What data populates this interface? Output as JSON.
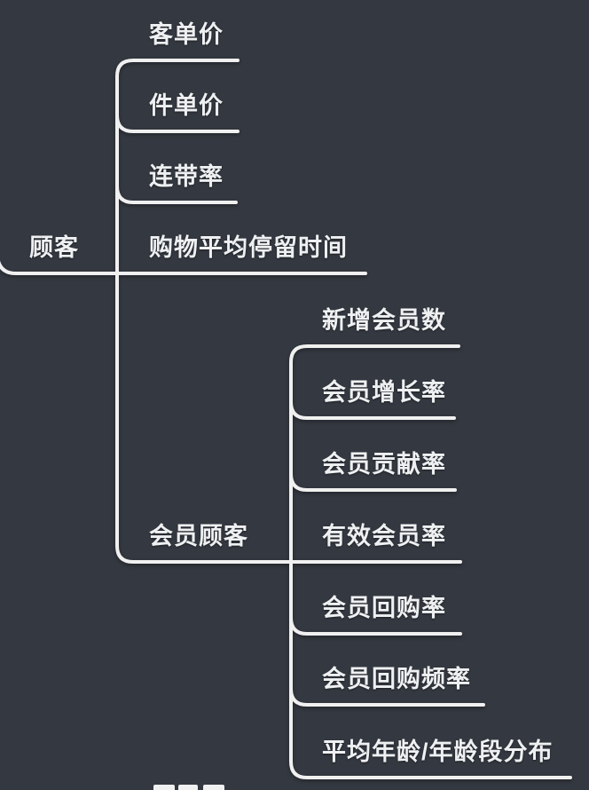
{
  "app": {
    "type": "mindmap",
    "theme": {
      "background_color": "#343840",
      "line_color": "#f0f0f0",
      "text_color": "#eef0f2"
    }
  },
  "mindmap": {
    "root": {
      "label": "顾客"
    },
    "children": [
      {
        "label": "客单价"
      },
      {
        "label": "件单价"
      },
      {
        "label": "连带率"
      },
      {
        "label": "购物平均停留时间"
      },
      {
        "label": "会员顾客",
        "children": [
          {
            "label": "新增会员数"
          },
          {
            "label": "会员增长率"
          },
          {
            "label": "会员贡献率"
          },
          {
            "label": "有效会员率"
          },
          {
            "label": "会员回购率"
          },
          {
            "label": "会员回购频率"
          },
          {
            "label": "平均年龄/年龄段分布"
          }
        ]
      }
    ]
  }
}
